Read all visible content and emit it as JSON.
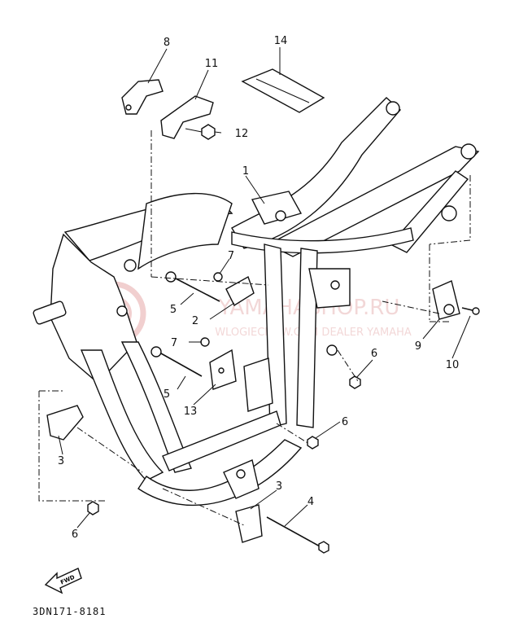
{
  "diagram": {
    "drawing_code": "3DN171-8181",
    "fwd_label": "FWD",
    "watermark_main": "YAMAHASHOP.RU",
    "watermark_sub": "WLOGIECHOW.COM DEALER YAMAHA",
    "callouts": [
      {
        "id": "c1",
        "text": "1"
      },
      {
        "id": "c2",
        "text": "2"
      },
      {
        "id": "c3a",
        "text": "3"
      },
      {
        "id": "c3b",
        "text": "3"
      },
      {
        "id": "c4",
        "text": "4"
      },
      {
        "id": "c5a",
        "text": "5"
      },
      {
        "id": "c5b",
        "text": "5"
      },
      {
        "id": "c6a",
        "text": "6"
      },
      {
        "id": "c6b",
        "text": "6"
      },
      {
        "id": "c6c",
        "text": "6"
      },
      {
        "id": "c7a",
        "text": "7"
      },
      {
        "id": "c7b",
        "text": "7"
      },
      {
        "id": "c8",
        "text": "8"
      },
      {
        "id": "c9",
        "text": "9"
      },
      {
        "id": "c10",
        "text": "10"
      },
      {
        "id": "c11",
        "text": "11"
      },
      {
        "id": "c12",
        "text": "12"
      },
      {
        "id": "c13",
        "text": "13"
      },
      {
        "id": "c14",
        "text": "14"
      }
    ]
  }
}
